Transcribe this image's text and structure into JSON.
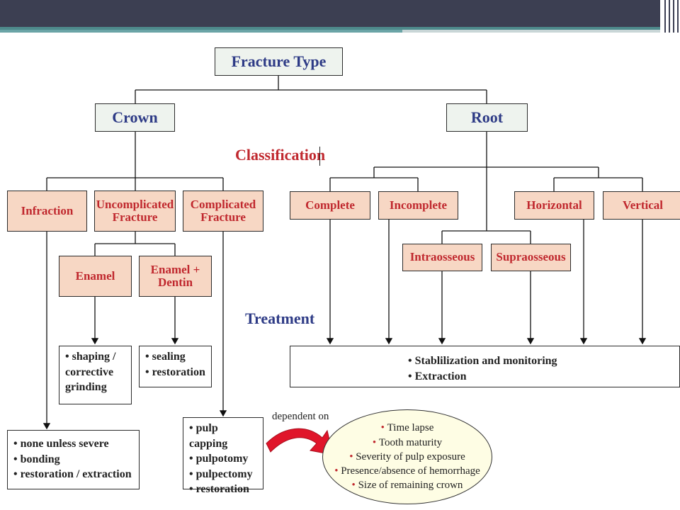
{
  "nodes": {
    "fracture_type": "Fracture Type",
    "crown": "Crown",
    "root": "Root",
    "infraction": "Infraction",
    "uncomplicated": "Uncomplicated Fracture",
    "complicated": "Complicated Fracture",
    "enamel": "Enamel",
    "enamel_dentin": "Enamel + Dentin",
    "complete": "Complete",
    "incomplete": "Incomplete",
    "horizontal": "Horizontal",
    "vertical": "Vertical",
    "intraosseous": "Intraosseous",
    "supraosseous": "Supraosseous"
  },
  "headings": {
    "classification": "Classification",
    "treatment": "Treatment"
  },
  "treatments": {
    "enamel": [
      "shaping / corrective grinding"
    ],
    "enamel_dentin": [
      "sealing",
      "restoration"
    ],
    "infraction": [
      "none unless severe",
      "bonding",
      "restoration / extraction"
    ],
    "complicated": [
      "pulp capping",
      "pulpotomy",
      "pulpectomy",
      "restoration"
    ],
    "root": [
      "Stablilization and monitoring",
      "Extraction"
    ]
  },
  "dependent_label": "dependent on",
  "factors": [
    "Time lapse",
    "Tooth maturity",
    "Severity of pulp exposure",
    "Presence/absence of hemorrhage",
    "Size of remaining crown"
  ],
  "colors": {
    "top_box_fill": "#eef3ee",
    "top_box_text": "#2e3b86",
    "category_fill": "#f7d7c4",
    "category_text": "#c0282e",
    "arrow_red": "#e0152a",
    "ellipse_fill": "#fefde4",
    "header_bar": "#3c3f52",
    "accent": "#4e8a8c"
  }
}
